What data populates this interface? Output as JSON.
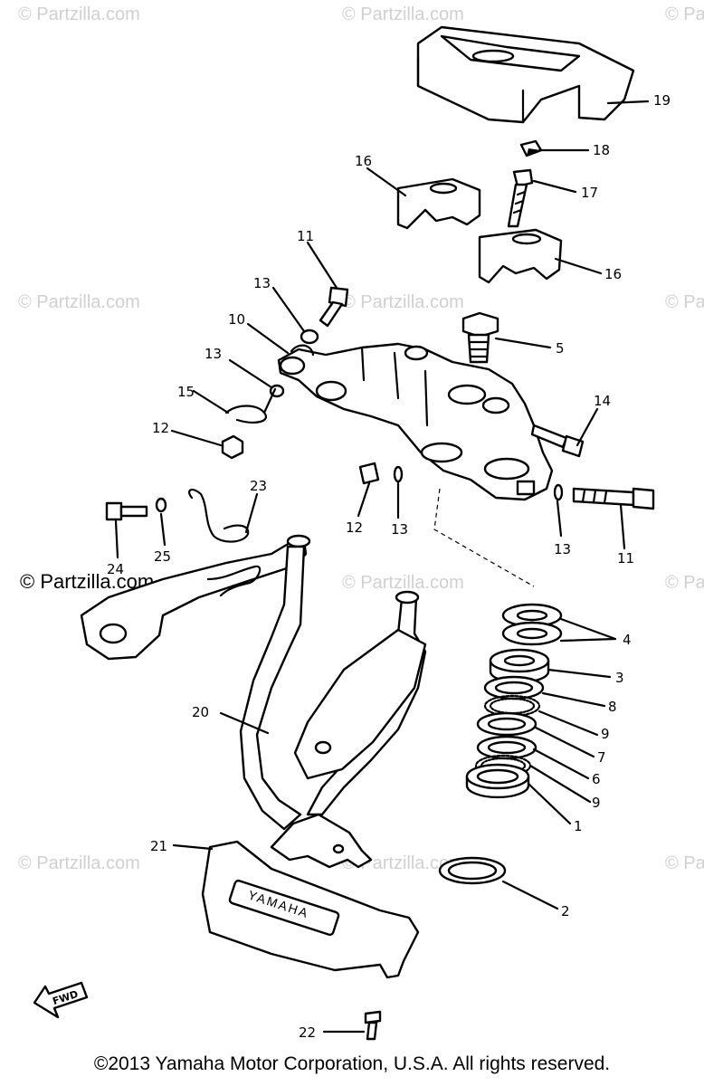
{
  "diagram": {
    "callouts": [
      "19",
      "18",
      "17",
      "16",
      "16",
      "11",
      "13",
      "10",
      "5",
      "13",
      "15",
      "14",
      "12",
      "12",
      "13",
      "23",
      "13",
      "11",
      "24",
      "25",
      "4",
      "3",
      "8",
      "9",
      "20",
      "7",
      "6",
      "9",
      "1",
      "21",
      "2",
      "22"
    ],
    "watermark": "© Partzilla.com",
    "badge_text": "YAMAHA",
    "fwd_text": "FWD"
  },
  "footer": {
    "copyright": "©2013 Yamaha Motor Corporation, U.S.A. All rights reserved."
  }
}
